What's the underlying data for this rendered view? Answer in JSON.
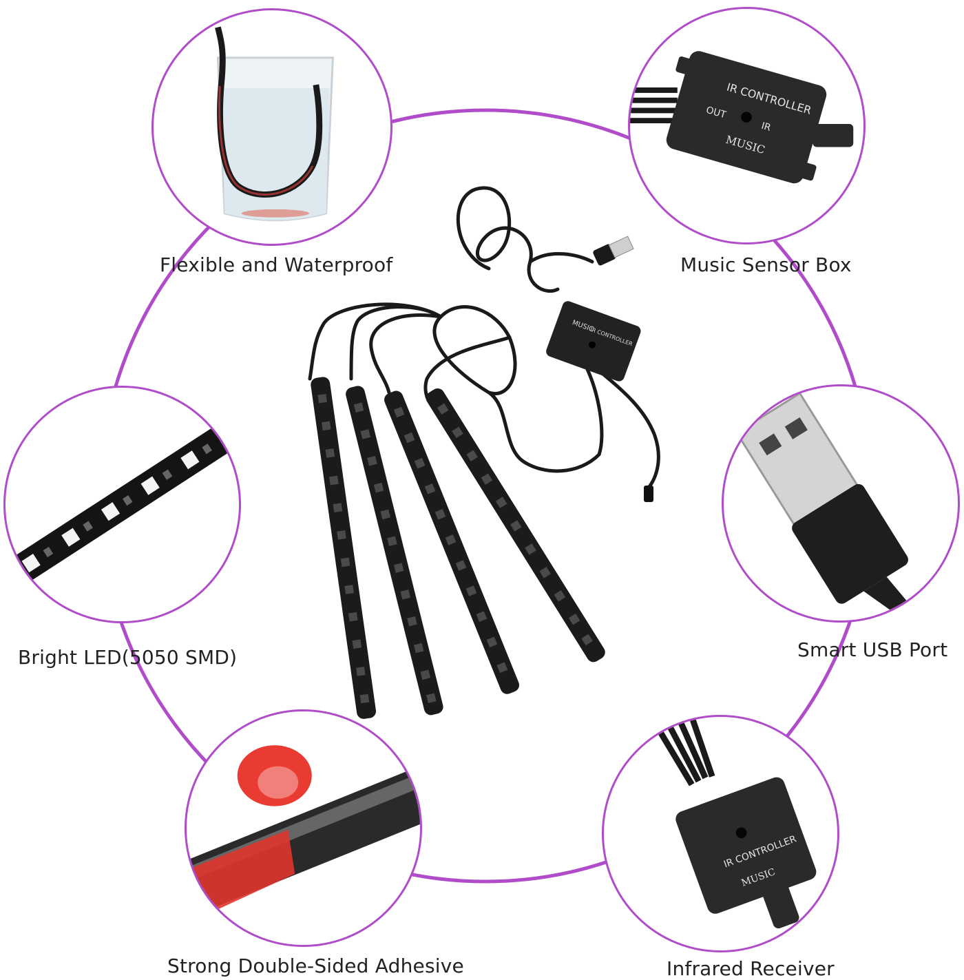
{
  "colors": {
    "ring": "#b04cc9",
    "product_black": "#1a1a1a",
    "adhesive_red": "#e0352f",
    "label_text": "#222222"
  },
  "features": {
    "waterproof": {
      "label": "Flexible and Waterproof",
      "icon": "glass-of-water-icon"
    },
    "music_box": {
      "label": "Music Sensor Box",
      "icon": "music-sensor-box-icon"
    },
    "led": {
      "label": "Bright LED(5050 SMD)",
      "icon": "led-strip-icon"
    },
    "usb": {
      "label": "Smart USB Port",
      "icon": "usb-plug-icon"
    },
    "adhesive": {
      "label": "Strong Double-Sided Adhesive",
      "icon": "adhesive-tape-icon"
    },
    "receiver": {
      "label": "Infrared Receiver",
      "icon": "ir-receiver-icon"
    }
  },
  "controller_box": {
    "brand": "MUSIC",
    "title": "IR CONTROLLER",
    "out_label": "OUT",
    "ir_label": "IR"
  }
}
